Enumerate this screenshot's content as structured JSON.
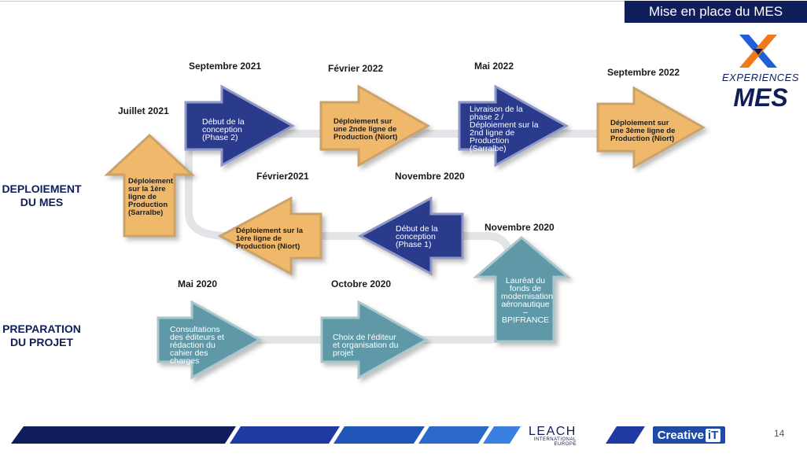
{
  "header": {
    "title": "Mise en place du MES",
    "logo_top": "EXPERIENCES",
    "logo_bottom": "MES"
  },
  "sections": {
    "deploy": "DEPLOIEMENT\nDU MES",
    "prep": "PREPARATION\nDU PROJET"
  },
  "milestones": [
    {
      "date": "Mai 2020",
      "text": "Consultations\ndes éditeurs et\nrédaction du\ncahier des\ncharges"
    },
    {
      "date": "Octobre 2020",
      "text": "Choix de l'éditeur\net organisation du\nprojet"
    },
    {
      "date": "Novembre 2020",
      "text": "Lauréat du\nfonds de\nmodernisation\naéronautique –\nBPIFRANCE"
    },
    {
      "date": "Novembre 2020",
      "text": "Début de la\nconception\n(Phase 1)"
    },
    {
      "date": "Février2021",
      "text": "Déploiement sur la\n1ère ligne de\nProduction (Niort)"
    },
    {
      "date": "Juillet 2021",
      "text": "Déploiement\nsur la 1ère\nligne de\nProduction\n(Sarralbe)"
    },
    {
      "date": "Septembre 2021",
      "text": "Début de la\nconception\n(Phase 2)"
    },
    {
      "date": "Février 2022",
      "text": "Déploiement sur\nune 2nde ligne de\nProduction (Niort)"
    },
    {
      "date": "Mai 2022",
      "text": "Livraison de la\nphase 2 /\nDéploiement sur la\n2nd ligne de\nProduction\n(Sarralbe)"
    },
    {
      "date": "Septembre 2022",
      "text": "Déploiement sur\nune 3ème ligne de\nProduction (Niort)"
    }
  ],
  "footer": {
    "page": "14",
    "leach": "LEACH",
    "leach_sub": "INTERNATIONAL\nEUROPE",
    "creative": "Creative",
    "creative_it": "iT"
  },
  "colors": {
    "navy": "#0f1e5a",
    "orange": "#f0b86a",
    "blue": "#2b3a8c",
    "teal": "#5f99a8"
  }
}
